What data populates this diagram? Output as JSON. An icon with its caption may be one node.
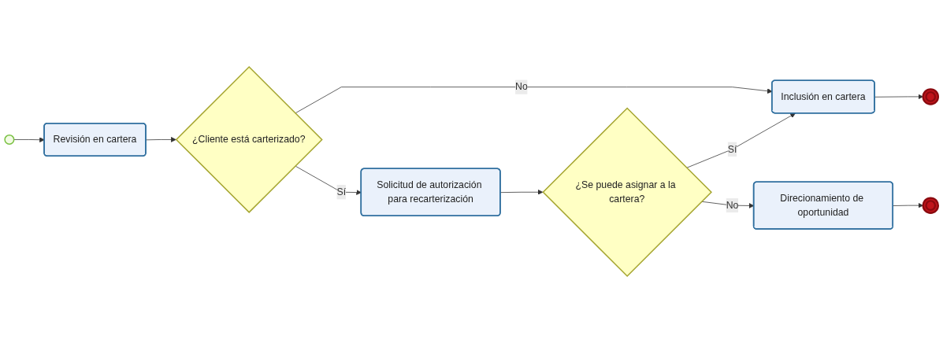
{
  "diagram": {
    "nodes": [
      {
        "text": [],
        "shape": "circle"
      },
      {
        "text": [
          "Revisión en cartera"
        ]
      },
      {
        "text": [
          "¿Cliente está carterizado?"
        ]
      },
      {
        "text": [
          "Inclusión en cartera"
        ]
      },
      {
        "text": [],
        "shape": "circle"
      },
      {
        "text": [
          "Solicitud de autorización para recarterización"
        ]
      },
      {
        "text": [
          "¿Se puede asignar a la cartera?"
        ]
      },
      {
        "text": [
          "Direcionamiento de oportunidad"
        ]
      },
      {
        "text": [],
        "shape": "circle"
      }
    ],
    "edges": [
      {
        "from": 0,
        "to": 1,
        "arrow": "to"
      },
      {
        "from": 1,
        "to": 2,
        "arrow": "to"
      },
      {
        "from": 2,
        "to": 3,
        "arrow": "to",
        "label": "No"
      },
      {
        "from": 3,
        "to": 4,
        "arrow": "to"
      },
      {
        "from": 2,
        "to": 5,
        "arrow": "to",
        "label": "Sí"
      },
      {
        "from": 5,
        "to": 6,
        "arrow": "to"
      },
      {
        "from": 6,
        "to": 3,
        "arrow": "to",
        "label": "Sí"
      },
      {
        "from": 6,
        "to": 7,
        "arrow": "to",
        "label": "No"
      },
      {
        "from": 7,
        "to": 8,
        "arrow": "to"
      }
    ]
  }
}
